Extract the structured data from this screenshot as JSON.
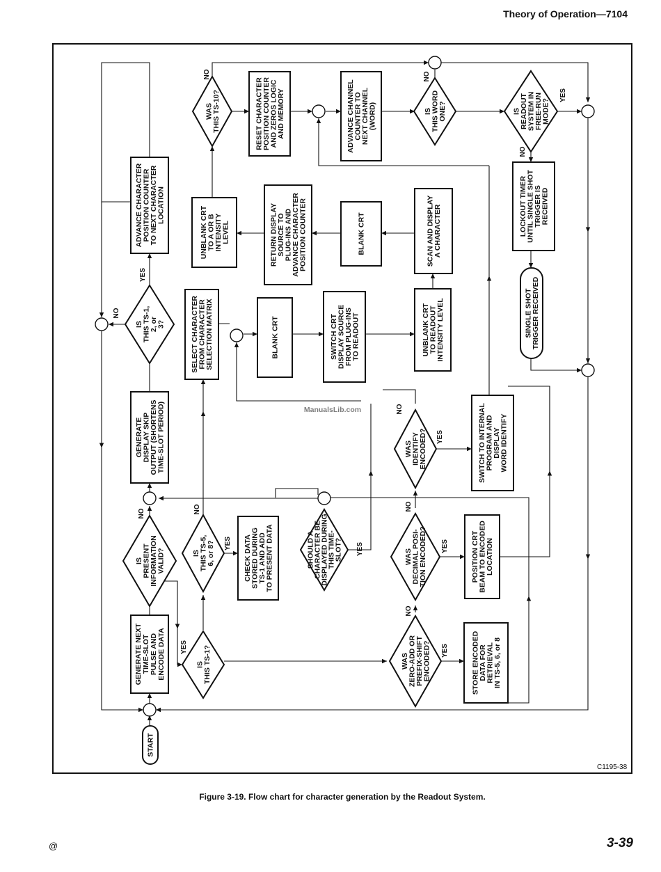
{
  "header": {
    "title": "Theory of Operation—7104"
  },
  "figure": {
    "id": "C1195-38",
    "caption": "Figure 3-19. Flow chart for character generation by the Readout System."
  },
  "footer": {
    "mark": "@",
    "page": "3-39"
  },
  "watermark": "ManualsLib.com",
  "flowchart": {
    "start": [
      "START"
    ],
    "gen_next": [
      "GENERATE NEXT",
      "TIME-SLOT",
      "PULSE AND",
      "ENCODE DATA"
    ],
    "is_ts1": [
      "IS",
      "THIS TS-1?"
    ],
    "present_valid": [
      "IS",
      "PRESENT",
      "INFORMATION",
      "VALID?"
    ],
    "gen_skip": [
      "GENERATE",
      "DISPLAY SKIP",
      "OUTPUT (SHORTENS",
      "TIME-SLOT PERIOD)"
    ],
    "is_ts123": [
      "IS",
      "THIS TS-1,",
      "2, or",
      "3?"
    ],
    "adv_pos": [
      "ADVANCE CHARACTER",
      "POSITION COUNTER",
      "TO NEXT CHARACTER",
      "LOCATION"
    ],
    "unblank_ab": [
      "UNBLANK CRT",
      "TO A OR B",
      "INTENSITY",
      "LEVEL"
    ],
    "was_ts10": [
      "WAS",
      "THIS TS-10?"
    ],
    "reset": [
      "RESET CHARACTER",
      "POSITION COUNTER",
      "AND ZEROS LOGIC",
      "AND MEMORY"
    ],
    "adv_channel": [
      "ADVANCE CHANNEL",
      "COUNTER TO",
      "NEXT CHANNEL",
      "(WORD)"
    ],
    "word_one": [
      "IS",
      "THIS WORD",
      "ONE?"
    ],
    "free_run": [
      "IS",
      "READOUT",
      "SYSTEM IN",
      "FREE-RUN",
      "MODE?"
    ],
    "lockout": [
      "LOCKOUT TIMER",
      "UNTIL SINGLE SHOT",
      "TRIGGER IS",
      "RECEIVED"
    ],
    "single_shot": [
      "SINGLE SHOT",
      "TRIGGER RECEIVED"
    ],
    "is_ts568": [
      "IS",
      "THIS TS-5,",
      "6, or 8?"
    ],
    "select_char": [
      "SELECT CHARACTER",
      "FROM CHARACTER",
      "SELECTION MATRIX"
    ],
    "blank_crt_1": [
      "BLANK CRT"
    ],
    "switch_source": [
      "SWITCH CRT",
      "DISPLAY SOURCE",
      "FROM PLUG-INS",
      "TO READOUT"
    ],
    "unblank_readout": [
      "UNBLANK CRT",
      "TO READOUT",
      "INTENSITY LEVEL"
    ],
    "scan_display": [
      "SCAN AND DISPLAY",
      "A CHARACTER"
    ],
    "blank_crt_2": [
      "BLANK CRT"
    ],
    "return_source": [
      "RETURN DISPLAY",
      "SOURCE TO",
      "PLUG-INS AND",
      "ADVANCE CHARACTER",
      "POSITION COUNTER"
    ],
    "check_data": [
      "CHECK DATA",
      "STORED DURING",
      "TS-1 AND ADD",
      "TO PRESENT DATA"
    ],
    "should_display": [
      "SHOULD A",
      "CHARACTER BE",
      "DISPLAYED DURING",
      "THIS TIME-",
      "SLOT?"
    ],
    "zero_add": [
      "WAS",
      "ZERO-ADD OR",
      "PREFIX-SHIFT",
      "ENCODED?"
    ],
    "store_encoded": [
      "STORE ENCODED",
      "DATA FOR",
      "RETRIEVAL",
      "IN TS-5, 6, or 8"
    ],
    "decimal": [
      "WAS",
      "DECIMAL POSI-",
      "TION ENCODED?"
    ],
    "position_beam": [
      "POSITION CRT",
      "BEAM TO ENCODED",
      "LOCATION"
    ],
    "identify": [
      "WAS",
      "IDENTIFY",
      "ENCODED?"
    ],
    "switch_internal": [
      "SWITCH TO INTERNAL",
      "PROGRAM AND",
      "DISPLAY",
      "WORD IDENTIFY"
    ],
    "yes": "YES",
    "no": "NO"
  }
}
